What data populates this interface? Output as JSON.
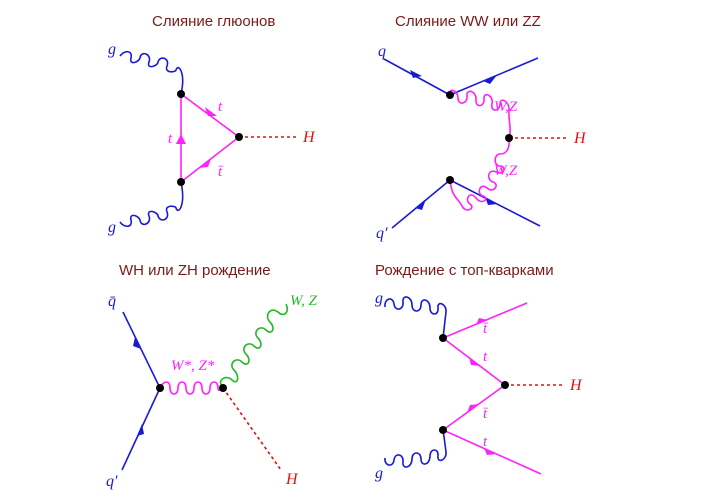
{
  "colors": {
    "title": "#7a1a1a",
    "quark": "#1a1ad6",
    "top": "#ff22ff",
    "boson": "#ff22ff",
    "gluon_green": "#22bb22",
    "higgs": "#e01010",
    "vertex": "#000000"
  },
  "panels": {
    "ggf": {
      "title": "Слияние глюонов",
      "g_top": "g",
      "g_bottom": "g",
      "t_upper": "t",
      "t_left": "t",
      "tbar_lower": "t̄",
      "higgs": "H"
    },
    "vbf": {
      "title": "Слияние WW или ZZ",
      "q": "q",
      "qprime": "q′",
      "wz_upper": "W,Z",
      "wz_lower": "W,Z",
      "higgs": "H"
    },
    "vh": {
      "title": "WH или ZH рождение",
      "qbar": "q̄",
      "qprime": "q′",
      "boson_star": "W*, Z*",
      "wz": "W, Z",
      "higgs": "H"
    },
    "tth": {
      "title": "Рождение с топ-кварками",
      "g_top": "g",
      "g_bottom": "g",
      "tbar_upper": "t̄",
      "t_upper_mid": "t",
      "tbar_lower_mid": "t̄",
      "t_lower": "t",
      "higgs": "H"
    }
  }
}
